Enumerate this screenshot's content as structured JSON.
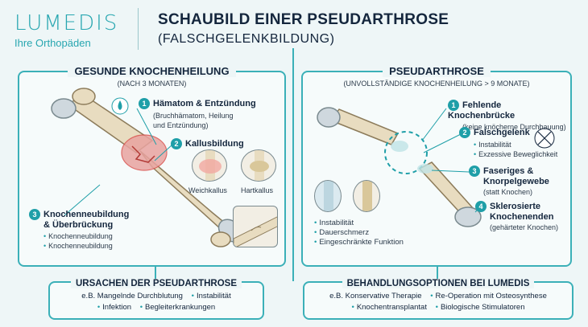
{
  "header": {
    "logo_name": "LUMEDIS",
    "logo_tagline": "Ihre Orthopäden",
    "title_line1": "SCHAUBILD EINER PSEUDARTHROSE",
    "title_line2": "(FALSCHGELENKBILDUNG)"
  },
  "left_panel": {
    "heading": "GESUNDE KNOCHENHEILUNG",
    "subheading": "(NACH 3 MONATEN)",
    "items": [
      {
        "number": "1",
        "title": "Hämatom & Entzündung",
        "details": [
          "(Bruchhämatom, Heilung",
          "und Entzündung)"
        ]
      },
      {
        "number": "2",
        "title": "Kallusbildung",
        "details": []
      },
      {
        "number": "3",
        "title_line1": "Knochenneubildung",
        "title_line2": "& Überbrückung",
        "details": [
          "Knochenneubildung",
          "Knochenneubildung"
        ]
      }
    ],
    "inset_captions": [
      "Weichkallus",
      "Hartkallus"
    ]
  },
  "right_panel": {
    "heading": "PSEUDARTHROSE",
    "subheading": "(UNVOLLSTÄNDIGE KNOCHENHEILUNG > 9 MONATE)",
    "items": [
      {
        "number": "1",
        "title": "Fehlende Knochenbrücke",
        "details": [
          "(keine knöcherne Durchbauung)"
        ]
      },
      {
        "number": "2",
        "title": "Falschgelenk",
        "details": [
          "Instabilität",
          "Exzessive Beweglichkeit"
        ]
      },
      {
        "number": "3",
        "title_line1": "Faseriges &",
        "title_line2": "Knorpelgewebe",
        "details": [
          "(statt Knochen)"
        ]
      },
      {
        "number": "4",
        "title_line1": "Sklerosierte",
        "title_line2": "Knochenenden",
        "details": [
          "(gehärteter Knochen)"
        ]
      }
    ],
    "symptoms": [
      "Instabilität",
      "Dauerschmerz",
      "Eingeschränkte Funktion"
    ]
  },
  "causes": {
    "heading": "URSACHEN DER PSEUDARTHROSE",
    "row1": [
      "e.B. Mangelnde Durchblutung",
      "Instabilität"
    ],
    "row2": [
      "Infektion",
      "Begleiterkrankungen"
    ]
  },
  "treatment": {
    "heading": "BEHANDLUNGSOPTIONEN BEI LUMEDIS",
    "row1": [
      "e.B. Konservative Therapie",
      "Re-Operation mit Osteosynthese"
    ],
    "row2": [
      "Knochentransplantat",
      "Biologische Stimulatoren"
    ]
  },
  "colors": {
    "accent": "#1f9fa8",
    "navy": "#14263d",
    "bone": "#e8dcc0",
    "inflammation": "#d9534f"
  }
}
